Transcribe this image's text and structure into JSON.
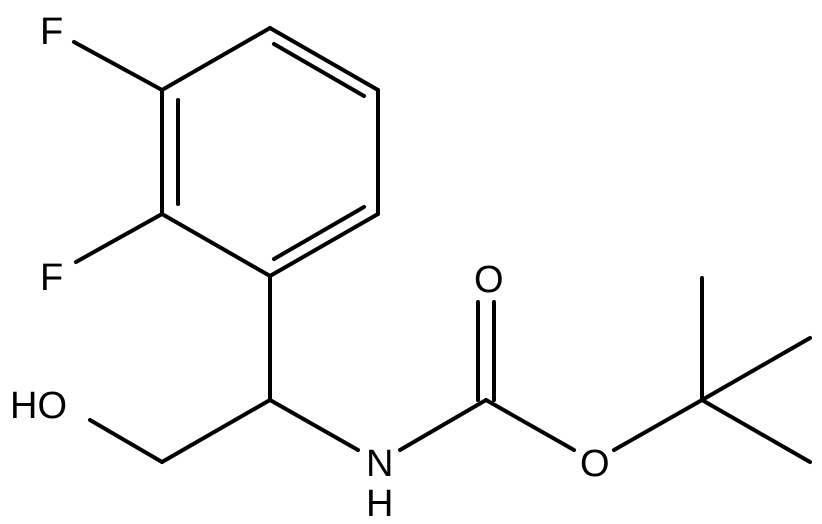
{
  "structure": {
    "atom_labels": {
      "fluorine_top": "F",
      "fluorine_bottom": "F",
      "hydroxyl": "HO",
      "amine": "N",
      "amine_h": "H",
      "carbonyl_oxygen": "O",
      "ester_oxygen": "O"
    },
    "colors": {
      "ink": "#000000",
      "background": "#ffffff"
    }
  }
}
